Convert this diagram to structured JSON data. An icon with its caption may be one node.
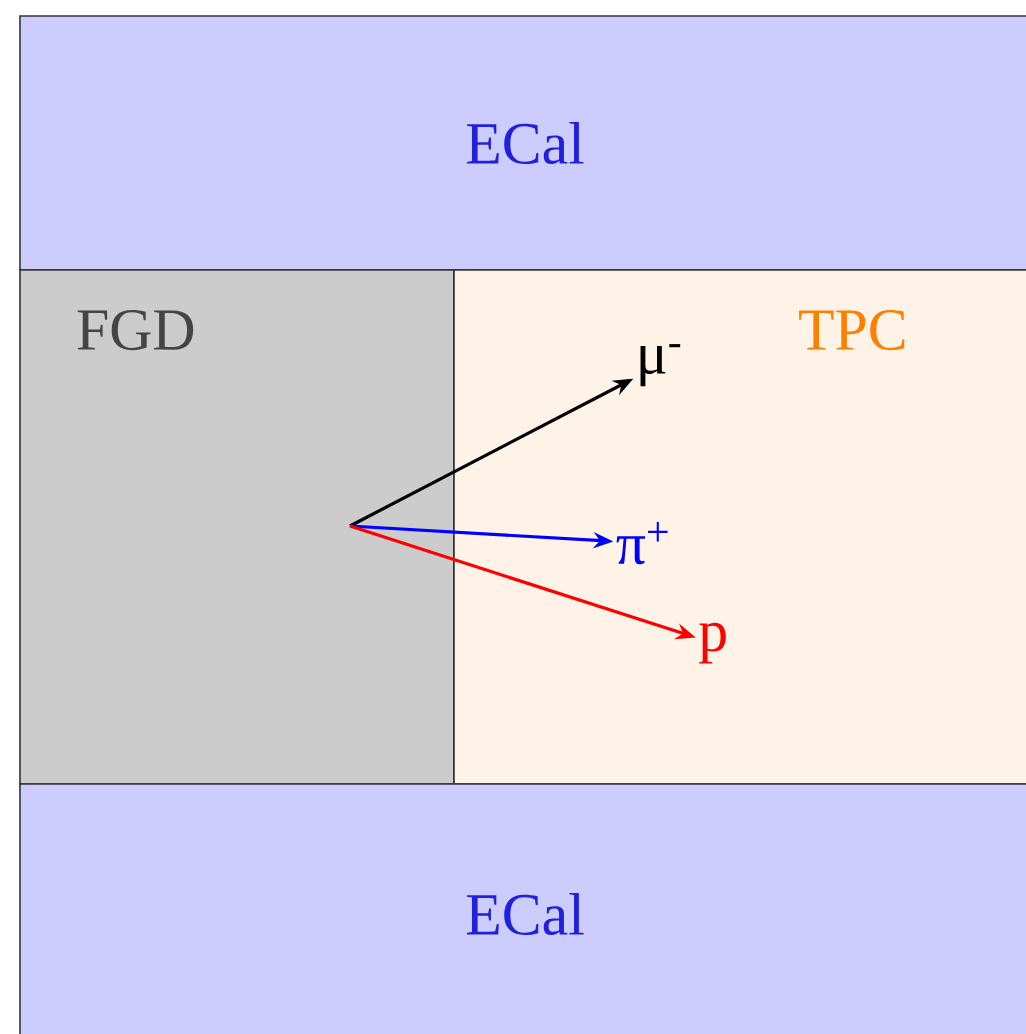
{
  "diagram": {
    "nodes": [
      {
        "text": [
          "ECal"
        ]
      },
      {
        "text": [
          "FGD"
        ]
      },
      {
        "text": [
          "TPC"
        ]
      },
      {
        "text": [
          "ECal"
        ]
      },
      {
        "text": [
          "μ$^{-}$"
        ],
        "in": 2
      },
      {
        "text": [
          "π$^{+}$"
        ],
        "in": 2
      },
      {
        "text": [
          "p"
        ],
        "in": 2
      }
    ],
    "edges": [
      {
        "from": 1,
        "to": 4,
        "arrow": "to",
        "color": "#000000"
      },
      {
        "from": 1,
        "to": 5,
        "arrow": "to",
        "color": "#0000ff"
      },
      {
        "from": 1,
        "to": 6,
        "arrow": "to",
        "color": "#ff0000"
      }
    ]
  }
}
